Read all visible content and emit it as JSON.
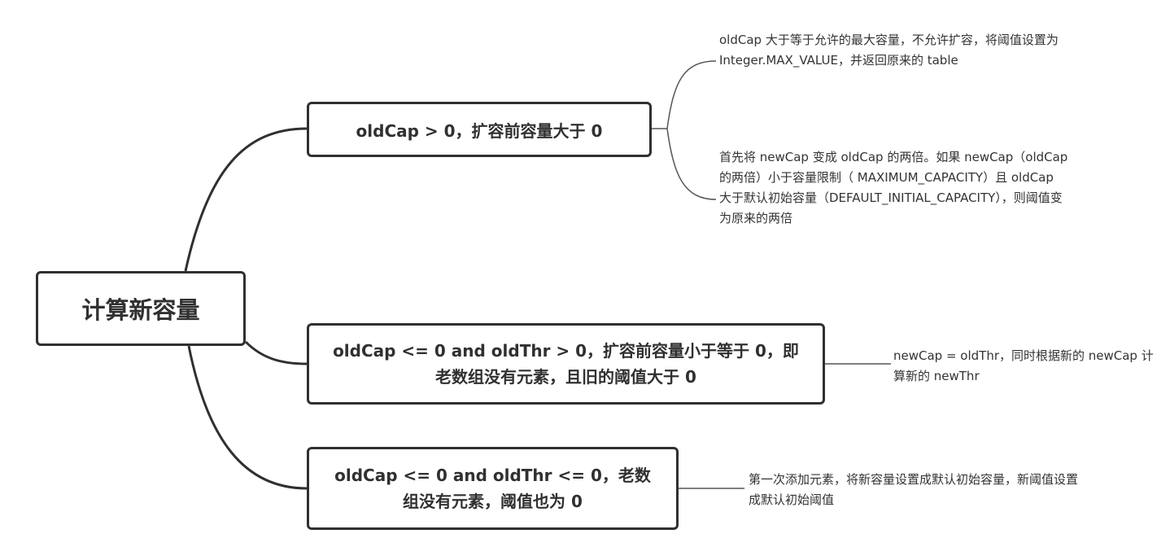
{
  "colors": {
    "border": "#303030",
    "connector": "#303030",
    "leaf_connector": "#555555",
    "text": "#333333"
  },
  "root": {
    "label": "计算新容量"
  },
  "branches": [
    {
      "label": "oldCap > 0，扩容前容量大于 0",
      "notes": [
        "oldCap 大于等于允许的最大容量，不允许扩容，将阈值设置为Integer.MAX_VALUE，并返回原来的 table",
        "首先将 newCap 变成 oldCap 的两倍。如果 newCap（oldCap 的两倍）小于容量限制（ MAXIMUM_CAPACITY）且 oldCap 大于默认初始容量（DEFAULT_INITIAL_CAPACITY），则阈值变为原来的两倍"
      ]
    },
    {
      "label": "oldCap <= 0 and oldThr > 0，扩容前容量小于等于 0，即老数组没有元素，且旧的阈值大于 0",
      "notes": [
        "newCap = oldThr，同时根据新的 newCap 计算新的 newThr"
      ]
    },
    {
      "label": "oldCap <= 0 and oldThr <= 0，老数组没有元素，阈值也为 0",
      "notes": [
        "第一次添加元素，将新容量设置成默认初始容量，新阈值设置成默认初始阈值"
      ]
    }
  ]
}
